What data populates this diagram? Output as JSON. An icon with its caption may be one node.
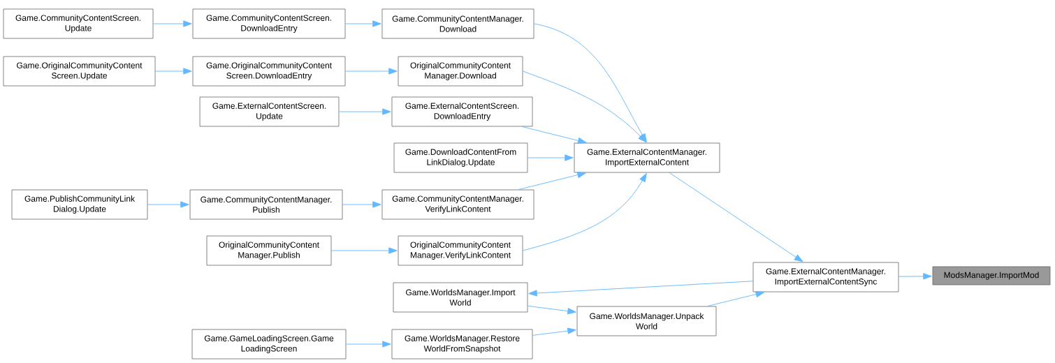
{
  "diagram": {
    "nodes": [
      {
        "text": [
          "ModsManager.ImportMod"
        ]
      },
      {
        "text": [
          "Game.ExternalContentManager. ImportExternalContentSync"
        ]
      },
      {
        "text": [
          "Game.ExternalContentManager. ImportExternalContent"
        ]
      },
      {
        "text": [
          "Game.WorldsManager.Import World"
        ]
      },
      {
        "text": [
          "Game.WorldsManager.Unpack World"
        ]
      },
      {
        "text": [
          "Game.CommunityContentManager. Download"
        ]
      },
      {
        "text": [
          "OriginalCommunityContent Manager.Download"
        ]
      },
      {
        "text": [
          "Game.ExternalContentScreen. DownloadEntry"
        ]
      },
      {
        "text": [
          "Game.DownloadContentFrom LinkDialog.Update"
        ]
      },
      {
        "text": [
          "Game.CommunityContentManager. VerifyLinkContent"
        ]
      },
      {
        "text": [
          "OriginalCommunityContent Manager.VerifyLinkContent"
        ]
      },
      {
        "text": [
          "Game.WorldsManager.Restore WorldFromSnapshot"
        ]
      },
      {
        "text": [
          "Game.CommunityContentScreen. DownloadEntry"
        ]
      },
      {
        "text": [
          "Game.OriginalCommunityContent Screen.DownloadEntry"
        ]
      },
      {
        "text": [
          "Game.ExternalContentScreen. Update"
        ]
      },
      {
        "text": [
          "Game.CommunityContentScreen. Update"
        ]
      },
      {
        "text": [
          "Game.OriginalCommunityContent Screen.Update"
        ]
      },
      {
        "text": [
          "Game.PublishCommunityLink Dialog.Update"
        ]
      },
      {
        "text": [
          "Game.CommunityContentManager. Publish"
        ]
      },
      {
        "text": [
          "OriginalCommunityContent Manager.Publish"
        ]
      },
      {
        "text": [
          "Game.GameLoadingScreen.Game LoadingScreen"
        ]
      }
    ],
    "edges": [
      {
        "from": 1,
        "to": 0,
        "arrow": "to"
      },
      {
        "from": 2,
        "to": 1,
        "arrow": "to"
      },
      {
        "from": 1,
        "to": 3,
        "arrow": "to"
      },
      {
        "from": 4,
        "to": 1,
        "arrow": "to"
      },
      {
        "from": 3,
        "to": 4,
        "arrow": "to"
      },
      {
        "from": 11,
        "to": 4,
        "arrow": "to"
      },
      {
        "from": 5,
        "to": 2,
        "arrow": "to"
      },
      {
        "from": 6,
        "to": 2,
        "arrow": "to"
      },
      {
        "from": 7,
        "to": 2,
        "arrow": "to"
      },
      {
        "from": 8,
        "to": 2,
        "arrow": "to"
      },
      {
        "from": 9,
        "to": 2,
        "arrow": "to"
      },
      {
        "from": 10,
        "to": 2,
        "arrow": "to"
      },
      {
        "from": 12,
        "to": 5,
        "arrow": "to"
      },
      {
        "from": 15,
        "to": 12,
        "arrow": "to"
      },
      {
        "from": 13,
        "to": 6,
        "arrow": "to"
      },
      {
        "from": 16,
        "to": 13,
        "arrow": "to"
      },
      {
        "from": 14,
        "to": 7,
        "arrow": "to"
      },
      {
        "from": 18,
        "to": 9,
        "arrow": "to"
      },
      {
        "from": 17,
        "to": 18,
        "arrow": "to"
      },
      {
        "from": 19,
        "to": 10,
        "arrow": "to"
      },
      {
        "from": 20,
        "to": 11,
        "arrow": "to"
      }
    ]
  }
}
